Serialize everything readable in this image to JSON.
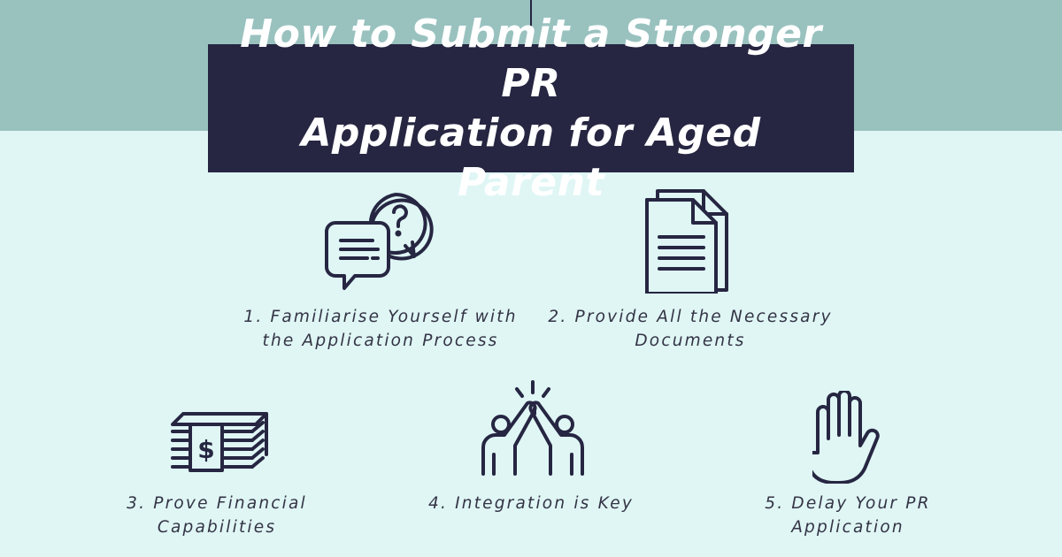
{
  "title": {
    "line1": "How to Submit a Stronger PR",
    "line2": "Application for Aged Parent"
  },
  "steps": [
    {
      "line1": "1. Familiarise Yourself with",
      "line2": "the Application Process",
      "icon": "chat-question-icon"
    },
    {
      "line1": "2. Provide All the Necessary",
      "line2": "Documents",
      "icon": "documents-icon"
    },
    {
      "line1": "3. Prove Financial",
      "line2": "Capabilities",
      "icon": "money-stack-icon"
    },
    {
      "line1": "4. Integration is Key",
      "line2": "",
      "icon": "high-five-icon"
    },
    {
      "line1": "5. Delay Your PR",
      "line2": "Application",
      "icon": "raised-hand-icon"
    }
  ],
  "colors": {
    "background": "#dff6f5",
    "band": "#99c2bf",
    "title_box": "#262642",
    "title_text": "#ffffff",
    "icon_stroke": "#262642",
    "label_text": "#333344"
  }
}
